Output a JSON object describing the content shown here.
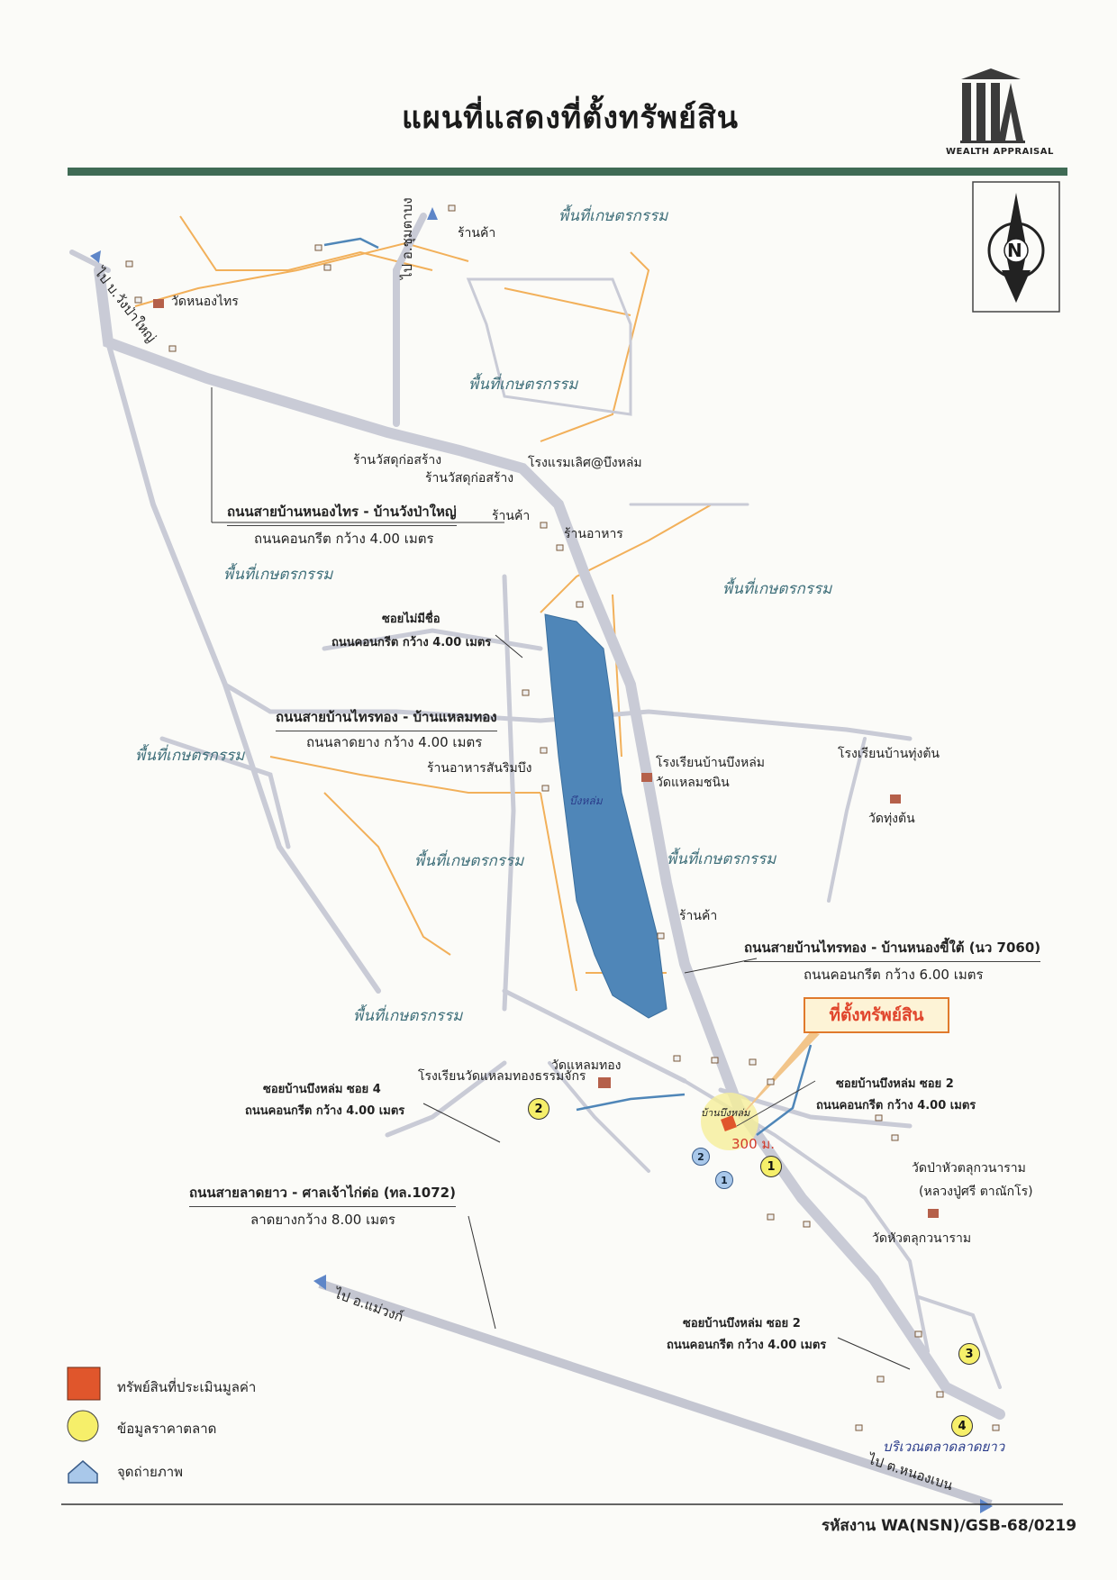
{
  "title": "แผนที่แสดงที่ตั้งทรัพย์สิน",
  "brand": {
    "name": "WEALTH APPRAISAL"
  },
  "compass": {
    "letter": "N"
  },
  "areas": [
    "พื้นที่เกษตรกรรม",
    "พื้นที่เกษตรกรรม",
    "พื้นที่เกษตรกรรม",
    "พื้นที่เกษตรกรรม",
    "พื้นที่เกษตรกรรม",
    "พื้นที่เกษตรกรรม",
    "พื้นที่เกษตรกรรม",
    "พื้นที่เกษตรกรรม"
  ],
  "places": {
    "shop_north": "ร้านค้า",
    "wat_nong_sai": "วัดหนองไทร",
    "construction_1": "ร้านวัสดุก่อสร้าง",
    "construction_2": "ร้านวัสดุก่อสร้าง",
    "hotel": "โรงแรมเลิศ@บึงหล่ม",
    "shop_2": "ร้านค้า",
    "restaurant": "ร้านอาหาร",
    "school_bueng_lom": "โรงเรียนบ้านบึงหล่ม",
    "wat_laem_chanin": "วัดแหลมชนิน",
    "school_thung_ton": "โรงเรียนบ้านทุ่งต้น",
    "wat_thung_ton": "วัดทุ่งต้น",
    "restaurant_lake": "ร้านอาหารสันริมบึง",
    "lake": "บึงหล่ม",
    "shop_3": "ร้านค้า",
    "wat_laem_thong": "วัดแหลมทอง",
    "school_wat_laem_thong": "โรงเรียนวัดแหลมทองธรรมจักร",
    "village": "บ้านบึงหล่ม",
    "wat_pa_line1": "วัดป่าหัวตลุกวนาราม",
    "wat_pa_line2": "(หลวงปู่ศรี ตาณักโร)",
    "wat_hua_taluk": "วัดหัวตลุกวนาราม",
    "market": "บริเวณตลาดลาดยาว"
  },
  "roads": {
    "r1_name": "ถนนสายบ้านหนองไทร - บ้านวังป่าใหญ่",
    "r1_desc": "ถนนคอนกรีต กว้าง 4.00 เมตร",
    "r2_name": "ซอยไม่มีชื่อ",
    "r2_desc": "ถนนคอนกรีต กว้าง 4.00 เมตร",
    "r3_name": "ถนนสายบ้านไทรทอง - บ้านแหลมทอง",
    "r3_desc": "ถนนลาดยาง กว้าง 4.00 เมตร",
    "r4_name": "ถนนสายบ้านไทรทอง - บ้านหนองขี้ใต้ (นว 7060)",
    "r4_desc": "ถนนคอนกรีต กว้าง 6.00 เมตร",
    "r5_name": "ซอยบ้านบึงหล่ม ซอย 4",
    "r5_desc": "ถนนคอนกรีต กว้าง 4.00 เมตร",
    "r6_name": "ซอยบ้านบึงหล่ม ซอย 2",
    "r6_desc": "ถนนคอนกรีต กว้าง 4.00 เมตร",
    "r7_name": "ถนนสายลาดยาว - ศาลเจ้าไก่ต่อ (ทล.1072)",
    "r7_desc": "ลาดยางกว้าง 8.00 เมตร",
    "r8_name": "ซอยบ้านบึงหล่ม ซอย 2",
    "r8_desc": "ถนนคอนกรีต กว้าง 4.00 เมตร"
  },
  "directions": {
    "d1": "ไป อ.ชุมตาบง",
    "d2": "ไป บ.วังป่าใหญ่",
    "d3": "ไป อ.แม่วงก์",
    "d4": "ไป ต.หนองเบน"
  },
  "property_label": "ที่ตั้งทรัพย์สิน",
  "distance": "300 ม.",
  "market_markers": [
    "1",
    "2",
    "3",
    "4"
  ],
  "photo_points": [
    "1",
    "2"
  ],
  "legend": {
    "property": "ทรัพย์สินที่ประเมินมูลค่า",
    "market": "ข้อมูลราคาตลาด",
    "photo": "จุดถ่ายภาพ"
  },
  "job_code": "รหัสงาน WA(NSN)/GSB-68/0219",
  "colors": {
    "road": "#c9cbd6",
    "minor_road": "#f2b05a",
    "lake": "#4f86b8",
    "header_bar": "#3f6b55",
    "property": "#e0562c",
    "market": "#f6ef6a",
    "photo": "#a9c8ea"
  }
}
